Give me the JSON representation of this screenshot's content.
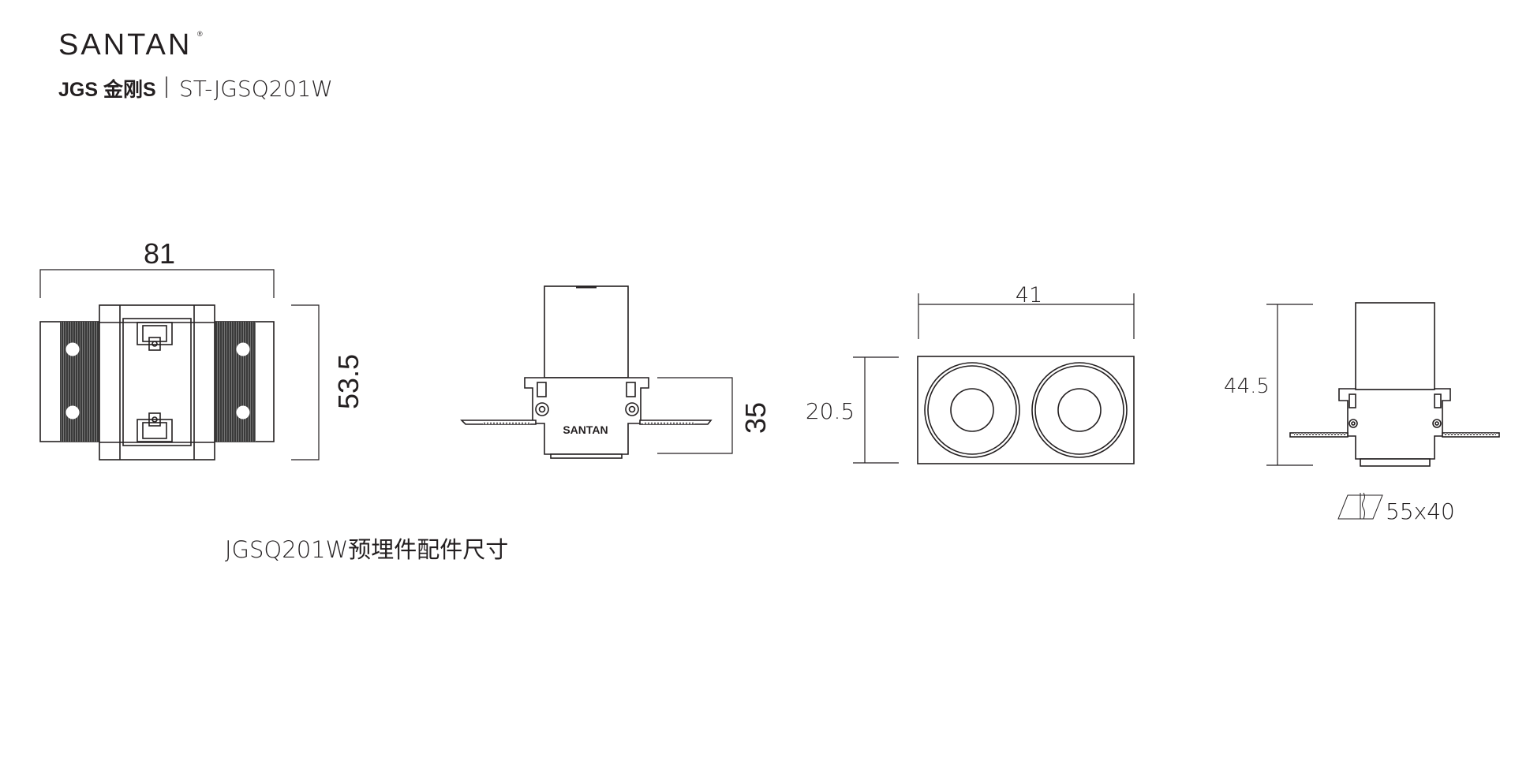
{
  "header": {
    "brand_logo": "SANTAN",
    "registered_mark": "®",
    "sub_brand_logo": "JGS 金刚S",
    "separator": "|",
    "model": "ST-JGSQ201W"
  },
  "drawings": {
    "embedded_part": {
      "width_label": "81",
      "height_label": "53.5",
      "side_height_label": "35",
      "side_logo": "SANTAN",
      "caption": "JGSQ201W预埋件配件尺寸"
    },
    "front_view": {
      "width_label": "41",
      "height_label": "20.5"
    },
    "side_view": {
      "height_label": "44.5",
      "cutout_label": "55x40"
    }
  }
}
